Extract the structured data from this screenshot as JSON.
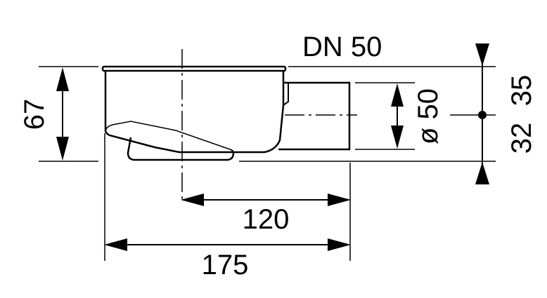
{
  "drawing": {
    "pipe_label": "DN 50",
    "height_total": "67",
    "diameter": "ø 50",
    "height_upper": "35",
    "height_lower": "32",
    "offset_center": "120",
    "length_total": "175"
  },
  "colors": {
    "line": "#000000",
    "background": "#ffffff"
  }
}
